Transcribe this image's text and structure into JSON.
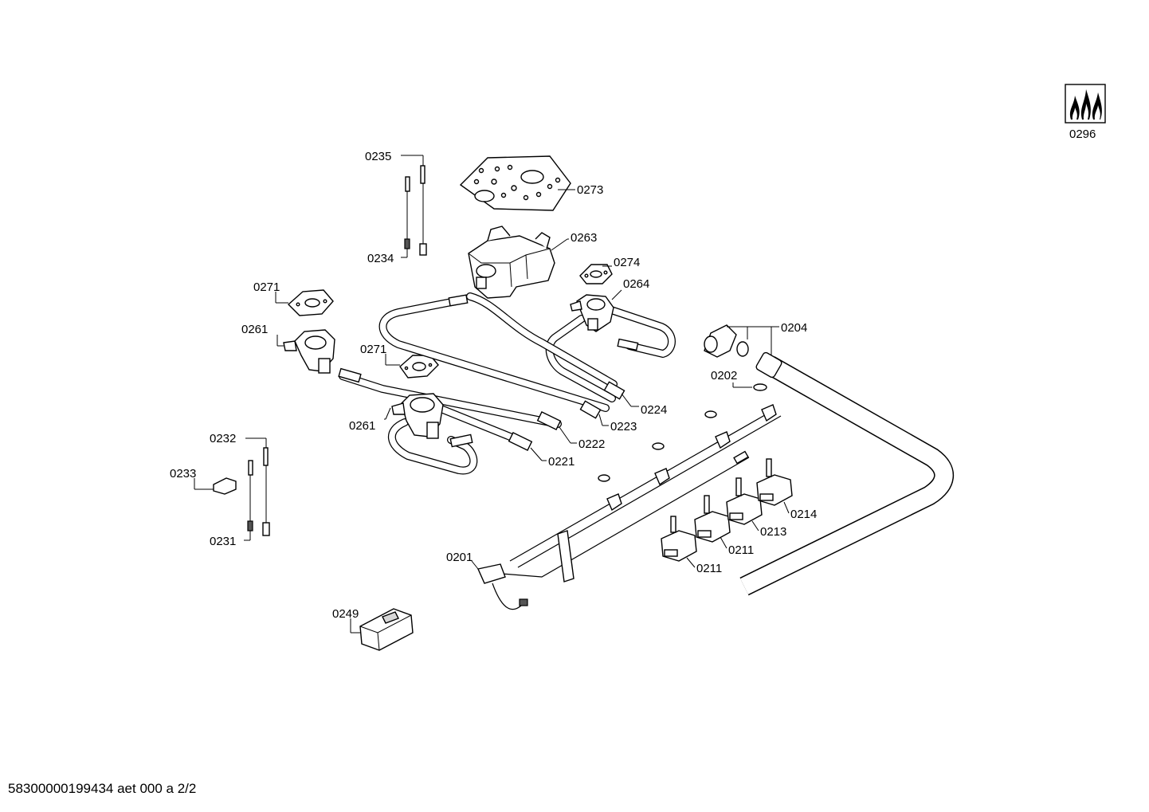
{
  "diagram": {
    "labels": {
      "p0296": "0296",
      "p0235": "0235",
      "p0234": "0234",
      "p0273": "0273",
      "p0263": "0263",
      "p0274": "0274",
      "p0264": "0264",
      "p0271a": "0271",
      "p0271b": "0271",
      "p0261a": "0261",
      "p0261b": "0261",
      "p0204": "0204",
      "p0202": "0202",
      "p0224": "0224",
      "p0223": "0223",
      "p0222": "0222",
      "p0221": "0221",
      "p0232": "0232",
      "p0233": "0233",
      "p0231": "0231",
      "p0214": "0214",
      "p0213": "0213",
      "p0211a": "0211",
      "p0211b": "0211",
      "p0201": "0201",
      "p0249": "0249"
    },
    "footer": "58300000199434 aet 000 a 2/2"
  }
}
